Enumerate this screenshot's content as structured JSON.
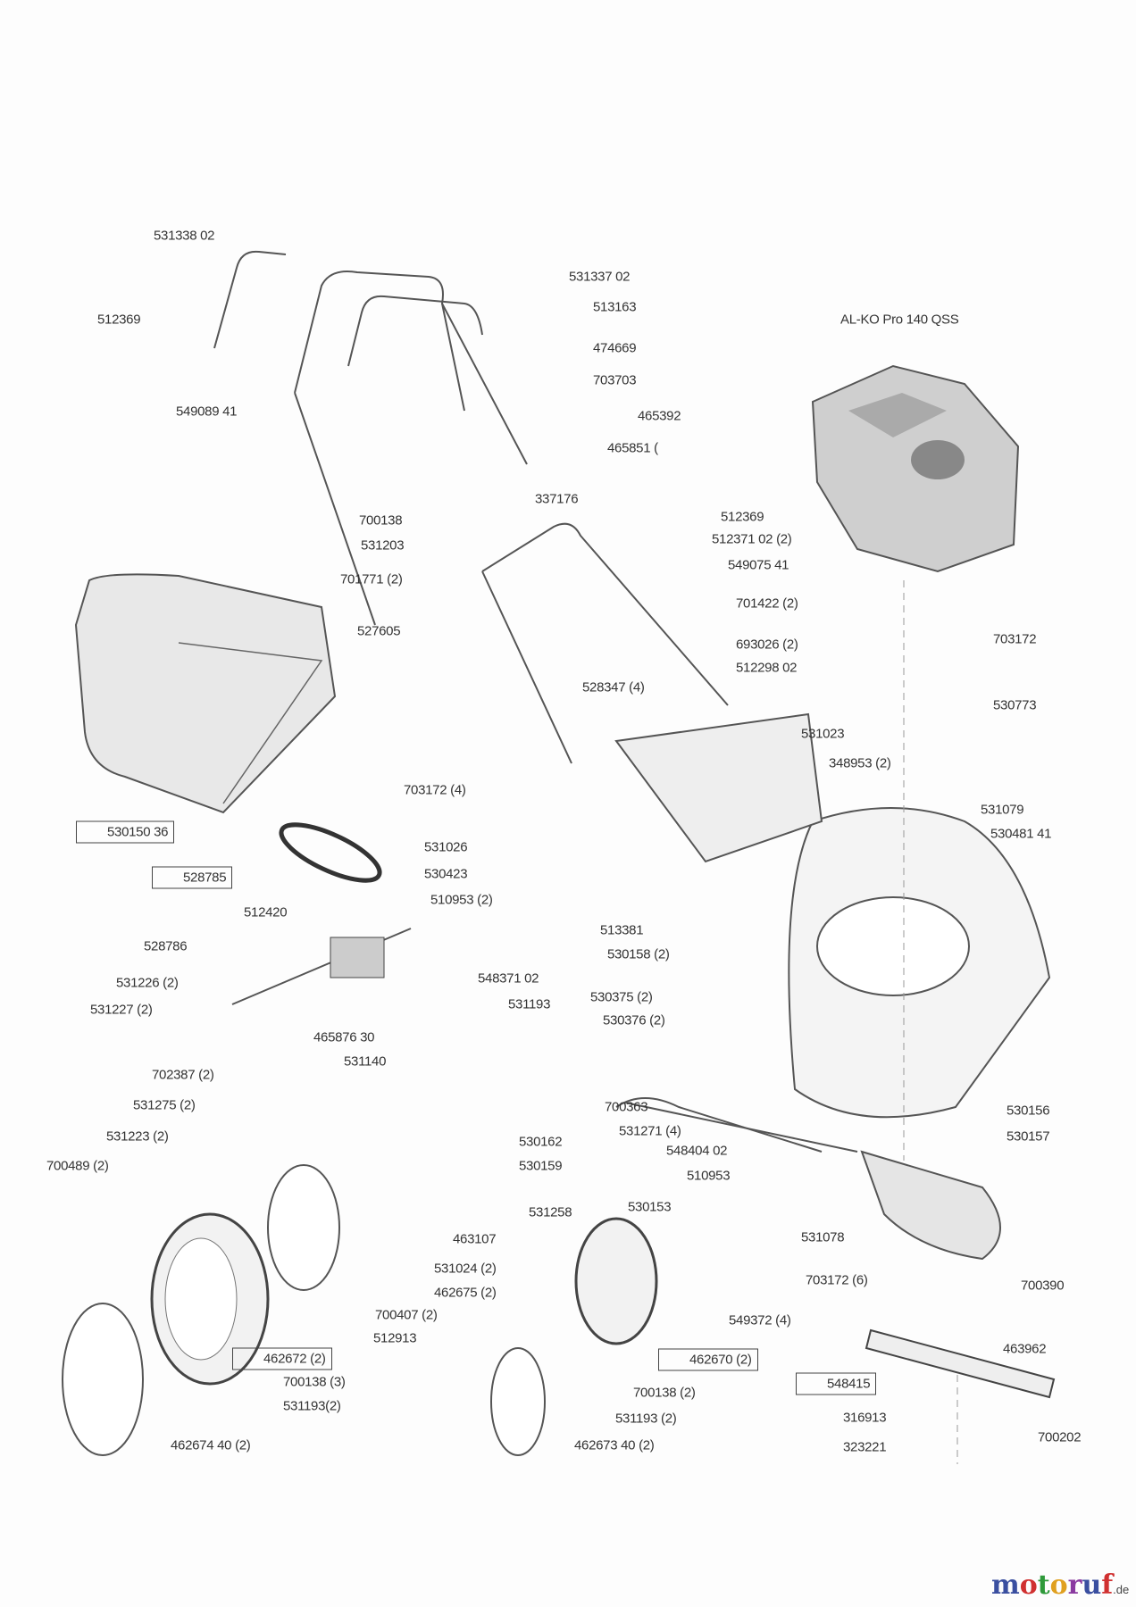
{
  "engine_model": "AL-KO Pro 140 QSS",
  "parts": [
    "531338 02",
    "531337 02",
    "512369",
    "513163",
    "474669",
    "703703",
    "549089 41",
    "465392",
    "465851 (",
    "337176",
    "700138",
    "512369",
    "531203",
    "512371 02 (2)",
    "549075 41",
    "701771 (2)",
    "701422 (2)",
    "527605",
    "693026 (2)",
    "703172",
    "512298 02",
    "528347 (4)",
    "530773",
    "531023",
    "348953 (2)",
    "703172 (4)",
    "530150 36",
    "531079",
    "530481 41",
    "531026",
    "530423",
    "528785",
    "510953 (2)",
    "513381",
    "512420",
    "528786",
    "530158 (2)",
    "548371 02",
    "531226 (2)",
    "531193",
    "531227 (2)",
    "530375 (2)",
    "530376 (2)",
    "465876 30",
    "531140",
    "702387 (2)",
    "700363",
    "531275 (2)",
    "530156",
    "531271 (4)",
    "531223 (2)",
    "530162",
    "530157",
    "548404 02",
    "700489 (2)",
    "530159",
    "510953",
    "530153",
    "531258",
    "531078",
    "463107",
    "531024 (2)",
    "703172 (6)",
    "700390",
    "462675 (2)",
    "700407 (2)",
    "549372 (4)",
    "512913",
    "463962",
    "462672 (2)",
    "462670 (2)",
    "548415",
    "700138 (3)",
    "700138 (2)",
    "531193(2)",
    "316913",
    "531193 (2)",
    "700202",
    "323221",
    "462674 40 (2)",
    "462673 40 (2)"
  ],
  "boxed_parts": [
    "530150 36",
    "528785",
    "462672 (2)",
    "462670 (2)",
    "548415"
  ],
  "logo": {
    "text": "motoruf",
    "suffix": ".de",
    "colors": [
      "#3a4fa0",
      "#d03030",
      "#2f9a3a",
      "#e0a020",
      "#8a3aa0"
    ]
  }
}
